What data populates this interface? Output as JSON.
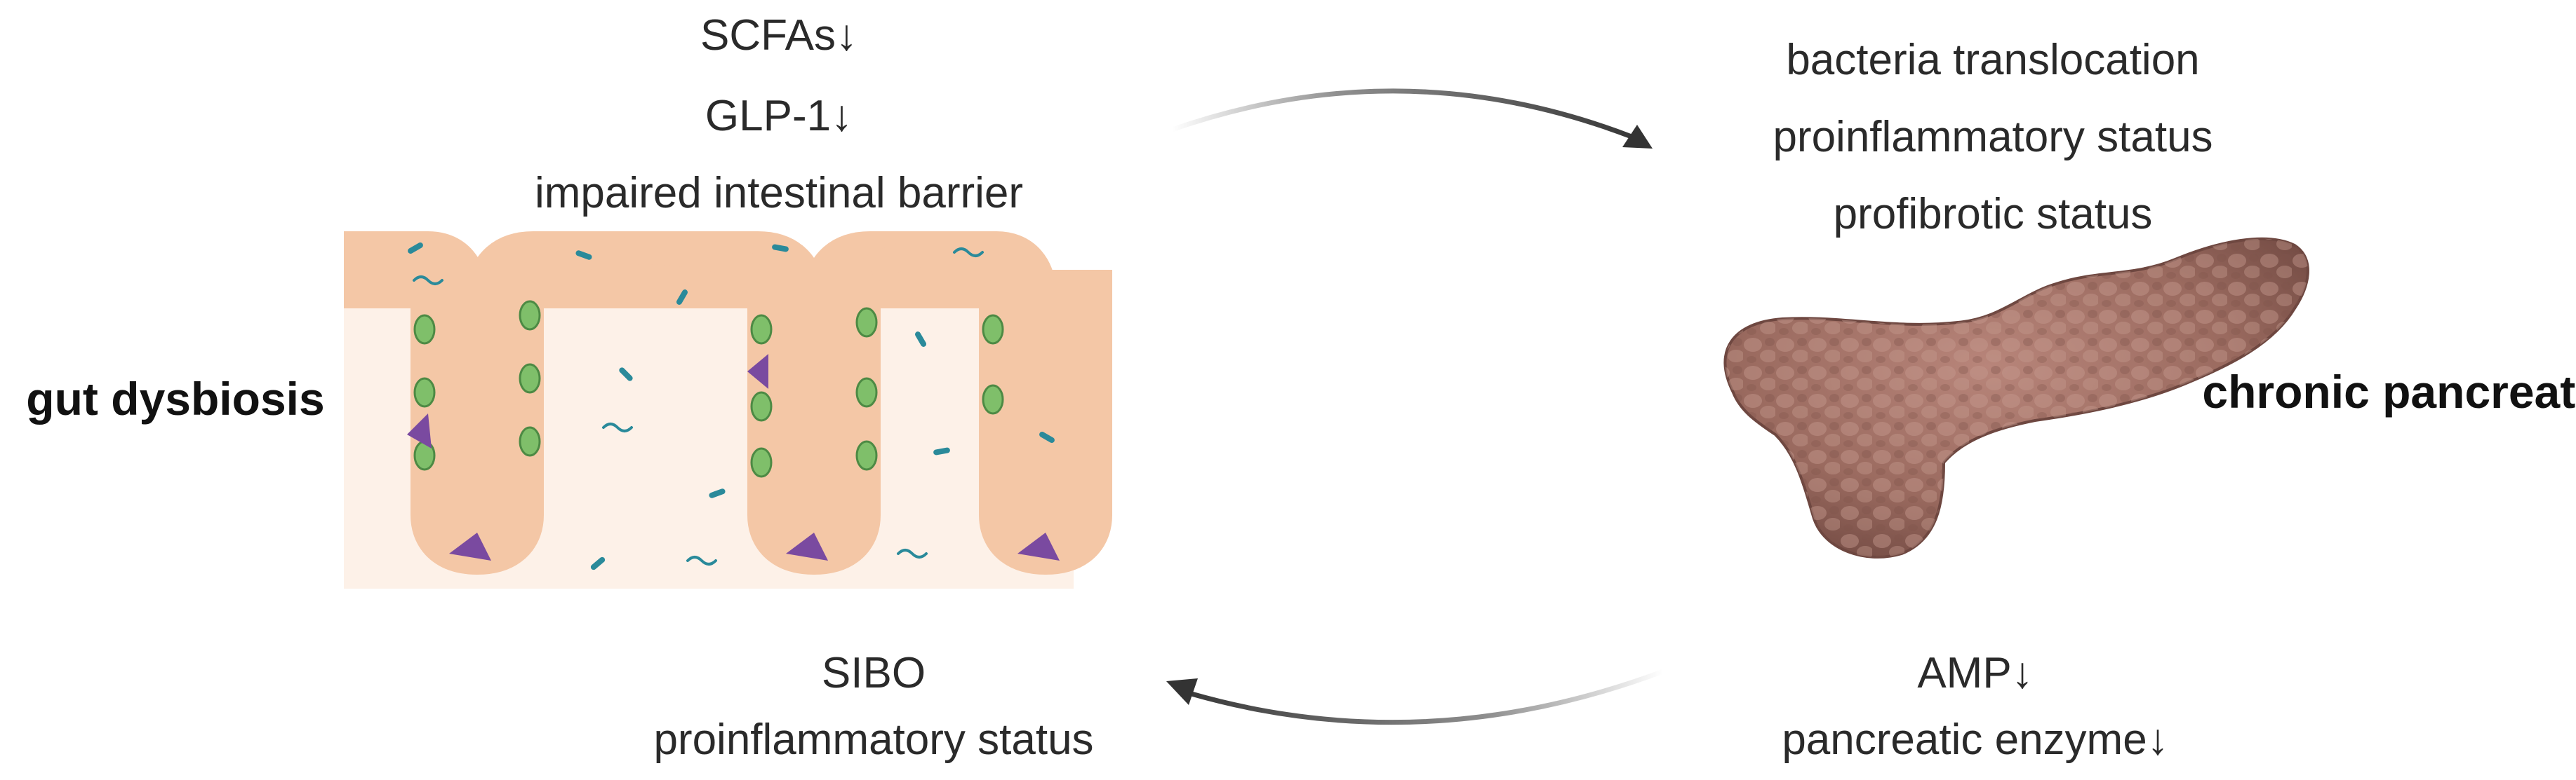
{
  "left_label": "gut dysbiosis",
  "right_label": "chronic pancreatitis",
  "top_left_effects": [
    "SCFAs↓",
    "GLP-1↓",
    "impaired intestinal barrier"
  ],
  "top_right_effects": [
    "bacteria translocation",
    "proinflammatory status",
    "profibrotic status"
  ],
  "bottom_left_effects": [
    "SIBO",
    "proinflammatory status"
  ],
  "bottom_right_effects": [
    "AMP↓",
    "pancreatic enzyme↓"
  ],
  "colors": {
    "text": "#2a2a2a",
    "arrow": "#333333",
    "mucosa": "#f4c7a6",
    "lumen_background": "#fdf1e8",
    "pancreas": "#9a6a5f",
    "bacteria": "#2a8a9a",
    "goblet_cells": "#7fbf6a",
    "paneth_cells": "#7a4aa0"
  },
  "icons": {
    "intestine": "intestinal-villi-illustration",
    "pancreas": "pancreas-organ-illustration"
  }
}
